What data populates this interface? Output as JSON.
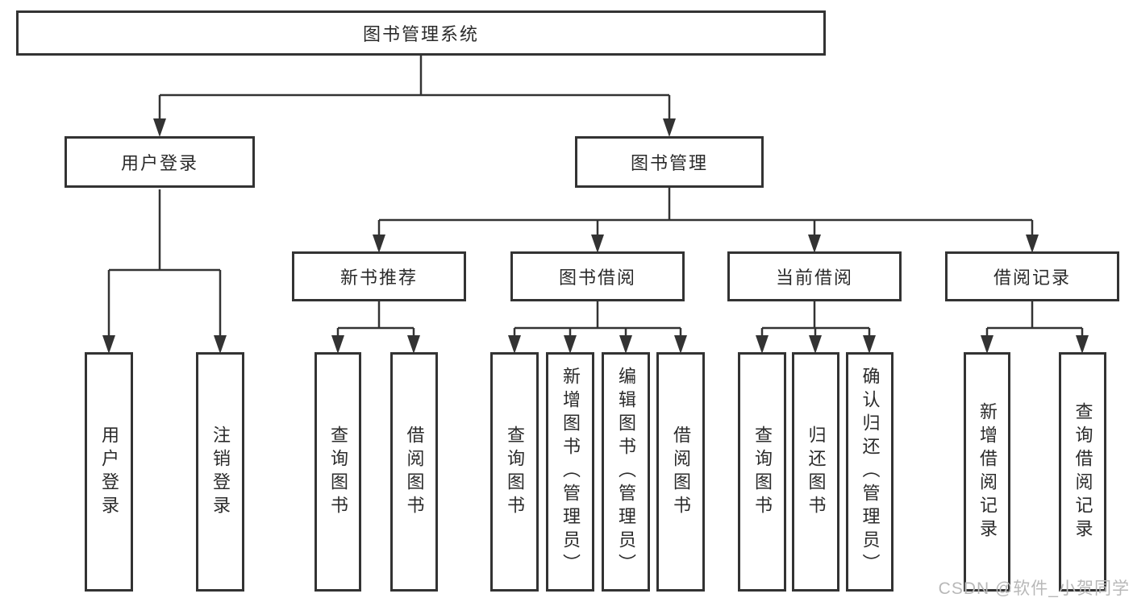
{
  "tree": {
    "root": {
      "label": "图书管理系统"
    },
    "user_login": {
      "label": "用户登录",
      "children": [
        {
          "label": "用户登录"
        },
        {
          "label": "注销登录"
        }
      ]
    },
    "book_management": {
      "label": "图书管理"
    },
    "sections": [
      {
        "label": "新书推荐",
        "children": [
          {
            "label": "查询图书"
          },
          {
            "label": "借阅图书"
          }
        ]
      },
      {
        "label": "图书借阅",
        "children": [
          {
            "label": "查询图书"
          },
          {
            "label": "新增图书（管理员）"
          },
          {
            "label": "编辑图书（管理员）"
          },
          {
            "label": "借阅图书"
          }
        ]
      },
      {
        "label": "当前借阅",
        "children": [
          {
            "label": "查询图书"
          },
          {
            "label": "归还图书"
          },
          {
            "label": "确认归还（管理员）"
          }
        ]
      },
      {
        "label": "借阅记录",
        "children": [
          {
            "label": "新增借阅记录"
          },
          {
            "label": "查询借阅记录"
          }
        ]
      }
    ]
  },
  "watermark": {
    "text": "CSDN @软件_小贺同学"
  },
  "colors": {
    "line": "#333333",
    "box_border": "#333333",
    "text": "#2b2b2b",
    "watermark": "#b8b8b8",
    "background": "#ffffff"
  }
}
